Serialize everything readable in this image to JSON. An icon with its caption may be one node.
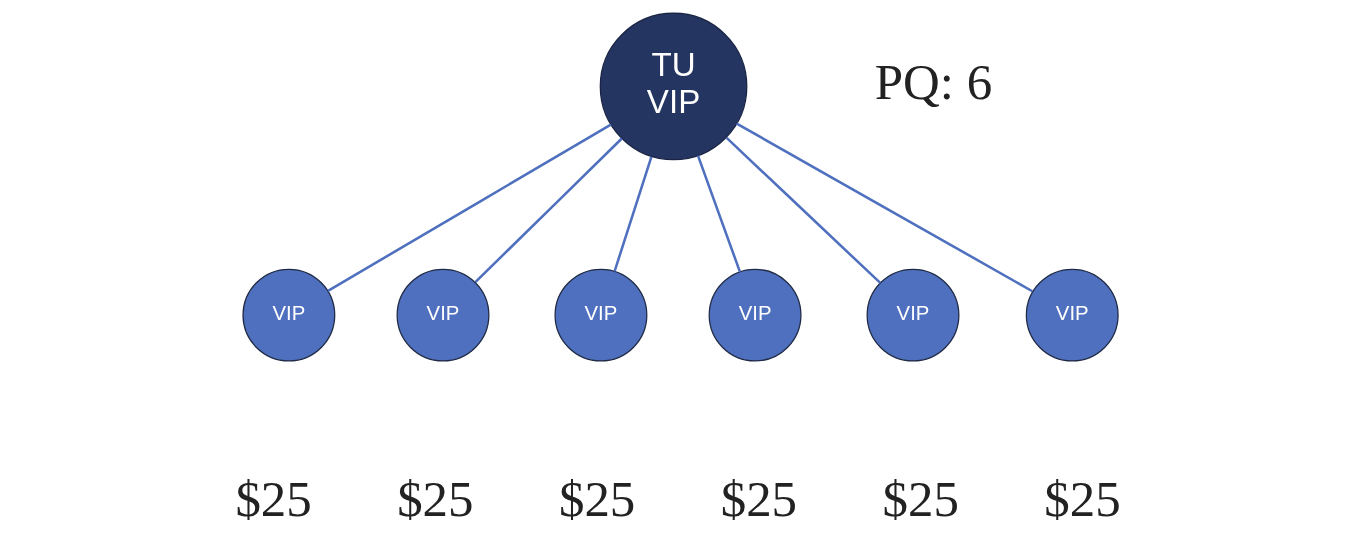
{
  "diagram": {
    "nodes": [
      {
        "text": [
          "TU VIP"
        ],
        "beside": [
          "PQ: 6"
        ]
      },
      {
        "text": [
          "VIP"
        ],
        "beside": [
          "$25"
        ]
      },
      {
        "text": [
          "VIP"
        ],
        "beside": [
          "$25"
        ]
      },
      {
        "text": [
          "VIP"
        ],
        "beside": [
          "$25"
        ]
      },
      {
        "text": [
          "VIP"
        ],
        "beside": [
          "$25"
        ]
      },
      {
        "text": [
          "VIP"
        ],
        "beside": [
          "$25"
        ]
      },
      {
        "text": [
          "VIP"
        ],
        "beside": [
          "$25"
        ]
      }
    ],
    "edges": [
      {
        "from": 0,
        "to": 1,
        "arrow": "none"
      },
      {
        "from": 0,
        "to": 2,
        "arrow": "none"
      },
      {
        "from": 0,
        "to": 3,
        "arrow": "none"
      },
      {
        "from": 0,
        "to": 4,
        "arrow": "none"
      },
      {
        "from": 0,
        "to": 5,
        "arrow": "none"
      },
      {
        "from": 0,
        "to": 6,
        "arrow": "none"
      }
    ]
  }
}
